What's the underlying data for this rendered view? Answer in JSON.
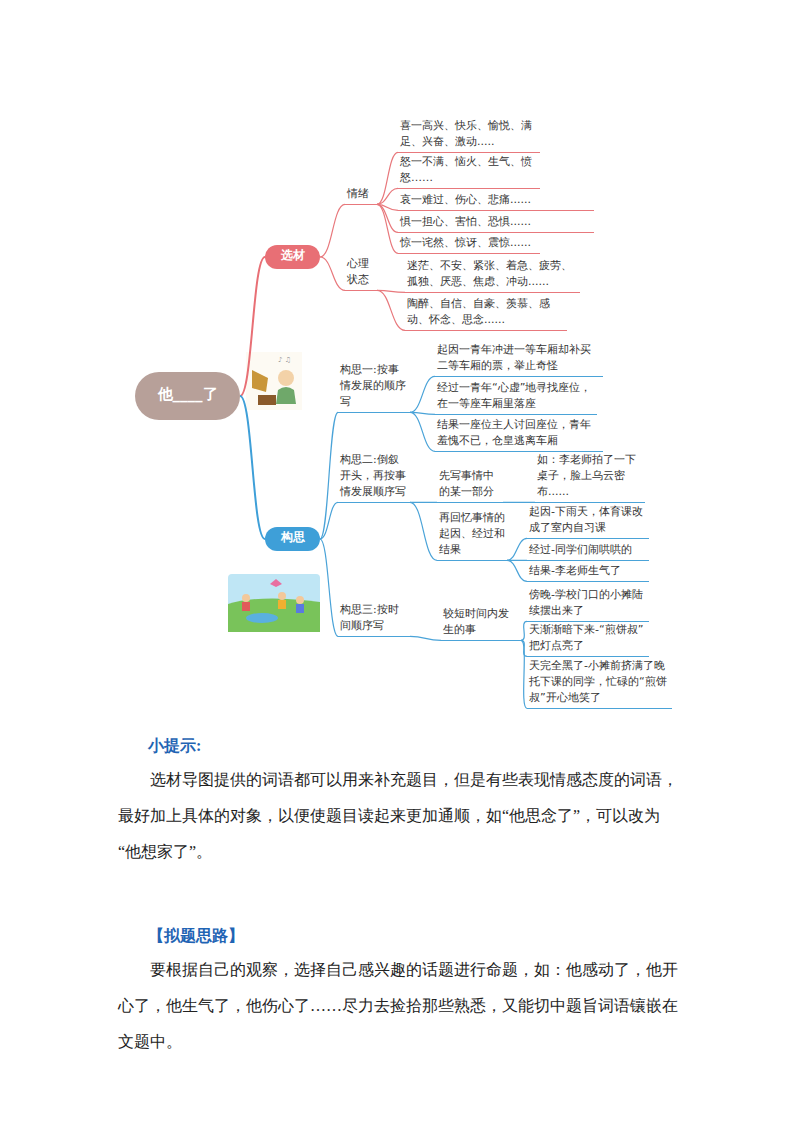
{
  "diagram": {
    "nodes": [
      {
        "text": [
          "他____了"
        ]
      },
      {
        "text": [
          "选材"
        ]
      },
      {
        "text": [
          "情绪"
        ]
      },
      {
        "text": [
          "喜一高兴、快乐、愉悦、满足、兴奋、激动....."
        ]
      },
      {
        "text": [
          "怒一不满、恼火、生气、愤怒……"
        ]
      },
      {
        "text": [
          "哀一难过、伤心、悲痛......"
        ]
      },
      {
        "text": [
          "惧一担心、害怕、恐惧......"
        ]
      },
      {
        "text": [
          "惊一诧然、惊讶、震惊......"
        ]
      },
      {
        "text": [
          "心理状态"
        ]
      },
      {
        "text": [
          "迷茫、不安、紧张、着急、疲劳、孤独、厌恶、焦虑、冲动......"
        ]
      },
      {
        "text": [
          "陶醉、自信、自豪、羡慕、感动、怀念、思念......"
        ]
      },
      {
        "text": [
          "构思"
        ]
      },
      {
        "text": [
          "构思一:按事情发展的顺序写"
        ]
      },
      {
        "text": [
          "起因一青年冲进一等车厢却补买二等车厢的票，举止奇怪"
        ]
      },
      {
        "text": [
          "经过一青年“心虚”地寻找座位，在一等座车厢里落座"
        ]
      },
      {
        "text": [
          "结果一座位主人讨回座位，青年羞愧不已，仓皇逃离车厢"
        ]
      },
      {
        "text": [
          "构思二:倒叙开头，再按事情发展顺序写"
        ]
      },
      {
        "text": [
          "先写事情中的某一部分"
        ]
      },
      {
        "text": [
          "如：李老师拍了一下桌子，脸上乌云密布......"
        ]
      },
      {
        "text": [
          "再回忆事情的起因、经过和结果"
        ]
      },
      {
        "text": [
          "起因-下雨天，体育课改成了室内自习课"
        ]
      },
      {
        "text": [
          "经过-同学们闹哄哄的"
        ]
      },
      {
        "text": [
          "结果-李老师生气了"
        ]
      },
      {
        "text": [
          "构思三:按时间顺序写"
        ]
      },
      {
        "text": [
          "较短时间内发生的事"
        ]
      },
      {
        "text": [
          "傍晚-学校门口的小摊陆续摆出来了"
        ]
      },
      {
        "text": [
          "天渐渐暗下来-“煎饼叔”把灯点亮了"
        ]
      },
      {
        "text": [
          "天完全黑了-小摊前挤满了晚托下课的同学，忙碌的“煎饼叔”开心地笑了"
        ]
      }
    ],
    "edges": [
      {
        "from": 0,
        "to": 1,
        "arrow": "none"
      },
      {
        "from": 1,
        "to": 2,
        "arrow": "none"
      },
      {
        "from": 2,
        "to": 3,
        "arrow": "none"
      },
      {
        "from": 2,
        "to": 4,
        "arrow": "none"
      },
      {
        "from": 2,
        "to": 5,
        "arrow": "none"
      },
      {
        "from": 2,
        "to": 6,
        "arrow": "none"
      },
      {
        "from": 2,
        "to": 7,
        "arrow": "none"
      },
      {
        "from": 1,
        "to": 8,
        "arrow": "none"
      },
      {
        "from": 8,
        "to": 9,
        "arrow": "none"
      },
      {
        "from": 8,
        "to": 10,
        "arrow": "none"
      },
      {
        "from": 0,
        "to": 11,
        "arrow": "none"
      },
      {
        "from": 11,
        "to": 12,
        "arrow": "none"
      },
      {
        "from": 12,
        "to": 13,
        "arrow": "none"
      },
      {
        "from": 12,
        "to": 14,
        "arrow": "none"
      },
      {
        "from": 12,
        "to": 15,
        "arrow": "none"
      },
      {
        "from": 11,
        "to": 16,
        "arrow": "none"
      },
      {
        "from": 16,
        "to": 17,
        "arrow": "none"
      },
      {
        "from": 17,
        "to": 18,
        "arrow": "none"
      },
      {
        "from": 16,
        "to": 19,
        "arrow": "none"
      },
      {
        "from": 19,
        "to": 20,
        "arrow": "none"
      },
      {
        "from": 19,
        "to": 21,
        "arrow": "none"
      },
      {
        "from": 19,
        "to": 22,
        "arrow": "none"
      },
      {
        "from": 11,
        "to": 23,
        "arrow": "none"
      },
      {
        "from": 23,
        "to": 24,
        "arrow": "none"
      },
      {
        "from": 24,
        "to": 25,
        "arrow": "none"
      },
      {
        "from": 24,
        "to": 26,
        "arrow": "none"
      },
      {
        "from": 24,
        "to": 27,
        "arrow": "none"
      }
    ],
    "labels": [
      "小提示:",
      "选材导图提供的词语都可以用来补充题目，但是有些表现情感态度的词语，最好加上具体的对象，以便使题目读起来更加通顺，如“他思念了”，可以改为“他想家了”。",
      "【拟题思路】",
      "要根据自己的观察，选择自己感兴趣的话题进行命题，如：他感动了，他开心了，他生气了，他伤心了……尽力去捡拾那些熟悉，又能切中题旨词语镶嵌在文题中。"
    ]
  }
}
